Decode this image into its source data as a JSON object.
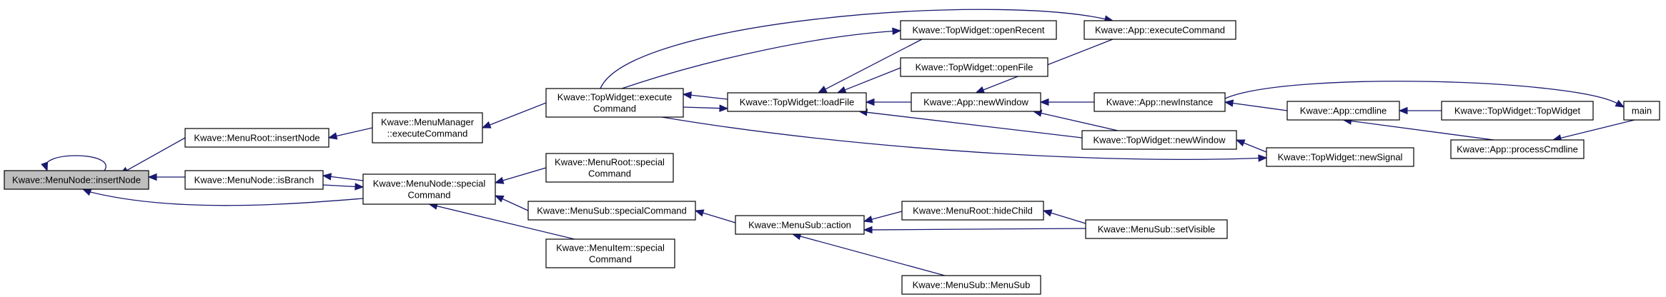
{
  "colors": {
    "edge": "#191970",
    "node_border": "#000000",
    "current_fill": "#bfbfbf",
    "background": "#ffffff"
  },
  "nodes": [
    {
      "id": "insertNode",
      "lines": [
        "Kwave::MenuNode::insertNode"
      ],
      "current": true
    },
    {
      "id": "rootInsertNode",
      "lines": [
        "Kwave::MenuRoot::insertNode"
      ]
    },
    {
      "id": "isBranch",
      "lines": [
        "Kwave::MenuNode::isBranch"
      ]
    },
    {
      "id": "nodeSpecial",
      "lines": [
        "Kwave::MenuNode::special",
        "Command"
      ]
    },
    {
      "id": "mmExecute",
      "lines": [
        "Kwave::MenuManager",
        "::executeCommand"
      ]
    },
    {
      "id": "twExecute",
      "lines": [
        "Kwave::TopWidget::execute",
        "Command"
      ]
    },
    {
      "id": "rootSpecial",
      "lines": [
        "Kwave::MenuRoot::special",
        "Command"
      ]
    },
    {
      "id": "subSpecial",
      "lines": [
        "Kwave::MenuSub::specialCommand"
      ]
    },
    {
      "id": "itemSpecial",
      "lines": [
        "Kwave::MenuItem::special",
        "Command"
      ]
    },
    {
      "id": "loadFile",
      "lines": [
        "Kwave::TopWidget::loadFile"
      ]
    },
    {
      "id": "openRecent",
      "lines": [
        "Kwave::TopWidget::openRecent"
      ]
    },
    {
      "id": "openFile",
      "lines": [
        "Kwave::TopWidget::openFile"
      ]
    },
    {
      "id": "appExecute",
      "lines": [
        "Kwave::App::executeCommand"
      ]
    },
    {
      "id": "appNewWindow",
      "lines": [
        "Kwave::App::newWindow"
      ]
    },
    {
      "id": "appNewInstance",
      "lines": [
        "Kwave::App::newInstance"
      ]
    },
    {
      "id": "twNewWindow",
      "lines": [
        "Kwave::TopWidget::newWindow"
      ]
    },
    {
      "id": "twNewSignal",
      "lines": [
        "Kwave::TopWidget::newSignal"
      ]
    },
    {
      "id": "cmdline",
      "lines": [
        "Kwave::App::cmdline"
      ]
    },
    {
      "id": "twCtor",
      "lines": [
        "Kwave::TopWidget::TopWidget"
      ]
    },
    {
      "id": "processCmdline",
      "lines": [
        "Kwave::App::processCmdline"
      ]
    },
    {
      "id": "main",
      "lines": [
        "main"
      ]
    },
    {
      "id": "subAction",
      "lines": [
        "Kwave::MenuSub::action"
      ]
    },
    {
      "id": "hideChild",
      "lines": [
        "Kwave::MenuRoot::hideChild"
      ]
    },
    {
      "id": "setVisible",
      "lines": [
        "Kwave::MenuSub::setVisible"
      ]
    },
    {
      "id": "subCtor",
      "lines": [
        "Kwave::MenuSub::MenuSub"
      ]
    }
  ],
  "edges": [
    [
      "insertNode",
      "insertNode"
    ],
    [
      "insertNode",
      "rootInsertNode"
    ],
    [
      "insertNode",
      "isBranch"
    ],
    [
      "insertNode",
      "nodeSpecial"
    ],
    [
      "isBranch",
      "nodeSpecial"
    ],
    [
      "nodeSpecial",
      "isBranch"
    ],
    [
      "rootInsertNode",
      "mmExecute"
    ],
    [
      "mmExecute",
      "twExecute"
    ],
    [
      "nodeSpecial",
      "rootSpecial"
    ],
    [
      "nodeSpecial",
      "subSpecial"
    ],
    [
      "nodeSpecial",
      "itemSpecial"
    ],
    [
      "twExecute",
      "loadFile"
    ],
    [
      "loadFile",
      "twExecute"
    ],
    [
      "twExecute",
      "appExecute"
    ],
    [
      "twExecute",
      "openRecent"
    ],
    [
      "twExecute",
      "twNewSignal"
    ],
    [
      "loadFile",
      "openRecent"
    ],
    [
      "loadFile",
      "openFile"
    ],
    [
      "loadFile",
      "appNewWindow"
    ],
    [
      "loadFile",
      "twNewWindow"
    ],
    [
      "appNewWindow",
      "appExecute"
    ],
    [
      "appNewWindow",
      "appNewInstance"
    ],
    [
      "appNewWindow",
      "twNewWindow"
    ],
    [
      "twNewWindow",
      "twNewSignal"
    ],
    [
      "appNewInstance",
      "cmdline"
    ],
    [
      "appNewInstance",
      "main"
    ],
    [
      "cmdline",
      "twCtor"
    ],
    [
      "cmdline",
      "processCmdline"
    ],
    [
      "processCmdline",
      "main"
    ],
    [
      "subSpecial",
      "subAction"
    ],
    [
      "subAction",
      "hideChild"
    ],
    [
      "subAction",
      "setVisible"
    ],
    [
      "subAction",
      "subCtor"
    ],
    [
      "hideChild",
      "setVisible"
    ]
  ]
}
